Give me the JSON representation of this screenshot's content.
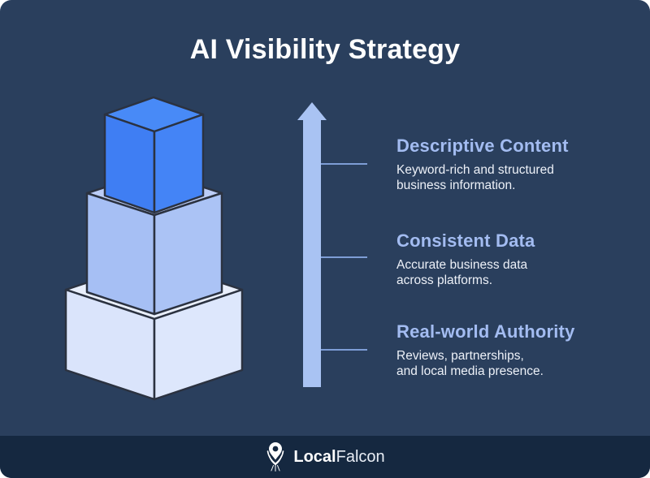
{
  "title": "AI Visibility Strategy",
  "sections": [
    {
      "heading": "Descriptive Content",
      "line1": "Keyword-rich and structured",
      "line2": "business information."
    },
    {
      "heading": "Consistent Data",
      "line1": "Accurate business data",
      "line2": "across platforms."
    },
    {
      "heading": "Real-world Authority",
      "line1": "Reviews, partnerships,",
      "line2": "and local media presence."
    }
  ],
  "illustration": {
    "type": "stacked-cubes-pyramid",
    "levels": [
      {
        "name": "top-cube",
        "color": "#4484f6"
      },
      {
        "name": "middle-cube",
        "color": "#a6bff4"
      },
      {
        "name": "bottom-cube",
        "color": "#dae4fb"
      }
    ],
    "arrow_direction": "up",
    "tick_count": 3
  },
  "icons": {
    "footer_logo": "falcon-map-pin-icon",
    "arrow": "up-arrow-icon"
  },
  "footer": {
    "brand_bold": "Local",
    "brand_light": "Falcon"
  },
  "colors": {
    "background": "#2a3f5d",
    "footer_background": "#152840",
    "title_text": "#ffffff",
    "heading_text": "#a3bcf1",
    "body_text": "#edf1f8",
    "arrow": "#a9c3f3",
    "tick_line": "#7e9dd6",
    "cube_top": "#4484f6",
    "cube_middle": "#a6bff4",
    "cube_bottom": "#dae4fb",
    "outline": "#2b3240"
  }
}
